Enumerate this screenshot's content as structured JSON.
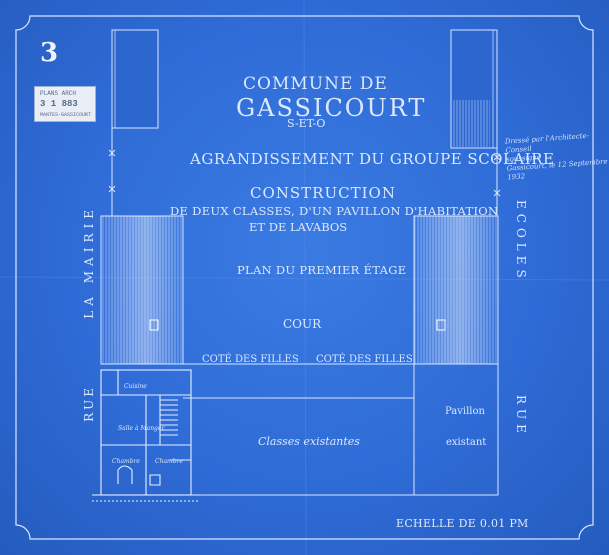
{
  "sheet_number": "3",
  "stamp": {
    "line1": "PLANS ARCH",
    "line2": "3 1 883",
    "line3": "MANTES-GASSICOURT"
  },
  "titles": {
    "commune": "COMMUNE DE",
    "town": "GASSICOURT",
    "department": "S-ET-O",
    "project": "AGRANDISSEMENT DU GROUPE SCOLAIRE",
    "construction": "CONSTRUCTION",
    "description1": "DE DEUX CLASSES, D'UN PAVILLON D'HABITATION",
    "description2": "ET DE LAVABOS",
    "plan": "PLAN DU PREMIER ÉTAGE"
  },
  "note": {
    "line1": "Dressé par l'Architecte-Conseil",
    "line2": "soussigné",
    "line3": "Gassicourt, le 12 Septembre 1932"
  },
  "streets": {
    "left_top": "LA MAIRIE",
    "left_bottom": "RUE",
    "right_top": "ECOLES",
    "right_bottom": "RUE"
  },
  "areas": {
    "courtyard": "COUR",
    "girls_side": "COTÉ DES FILLES",
    "existing_classes": "Classes existantes",
    "pavilion": "Pavillon",
    "pavilion_existing": "existant"
  },
  "rooms": {
    "cuisine": "Cuisine",
    "salle_a_manger": "Salle à Manger",
    "chambre": "Chambre"
  },
  "scale": "ECHELLE DE 0.01 PM"
}
